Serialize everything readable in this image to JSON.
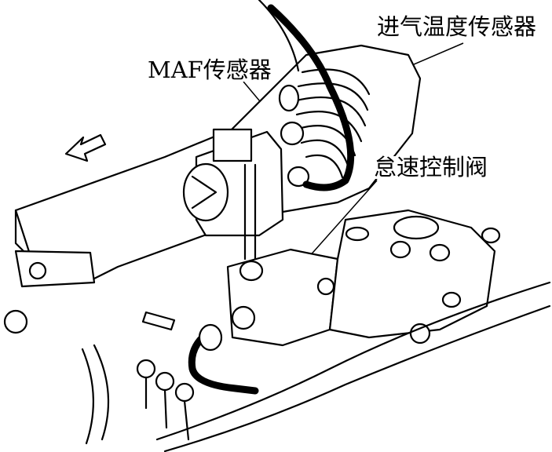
{
  "labels": {
    "intake_air_temp_sensor": "进气温度传感器",
    "maf_sensor": "MAF传感器",
    "idle_air_control_valve": "怠速控制阀"
  },
  "colors": {
    "line": "#000000",
    "background": "#ffffff"
  }
}
